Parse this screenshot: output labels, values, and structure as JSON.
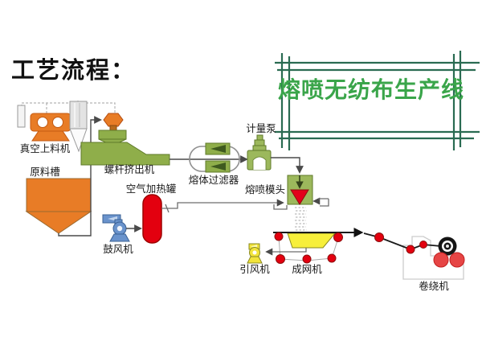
{
  "page": {
    "title": "工艺流程："
  },
  "banner": {
    "label": "熔喷无纺布生产线"
  },
  "equipment": {
    "vacuum_feeder": {
      "label": "真空上料机"
    },
    "raw_material_tank": {
      "label": "原料槽"
    },
    "screw_extruder": {
      "label": "螺杆挤出机"
    },
    "melt_filter": {
      "label": "熔体过滤器"
    },
    "metering_pump": {
      "label": "计量泵"
    },
    "air_heating_tank": {
      "label": "空气加热罐"
    },
    "blower": {
      "label": "鼓风机"
    },
    "die_head": {
      "label": "熔喷模头"
    },
    "induced_draft_fan": {
      "label": "引风机"
    },
    "web_forming_machine": {
      "label": "成网机"
    },
    "winder": {
      "label": "卷绕机"
    }
  },
  "colors": {
    "banner_text": "#3aa54a",
    "banner_frame": "#2a6b52",
    "machine_green": "#9cb85c",
    "machine_green_dark": "#5f7a2a",
    "machine_orange": "#e87c26",
    "heater_red": "#e3000f",
    "blower_blue": "#6a93cc",
    "fan_yellow": "#f2e43a",
    "roller_red": "#e3000f",
    "flow_line": "#4a4a4a"
  }
}
